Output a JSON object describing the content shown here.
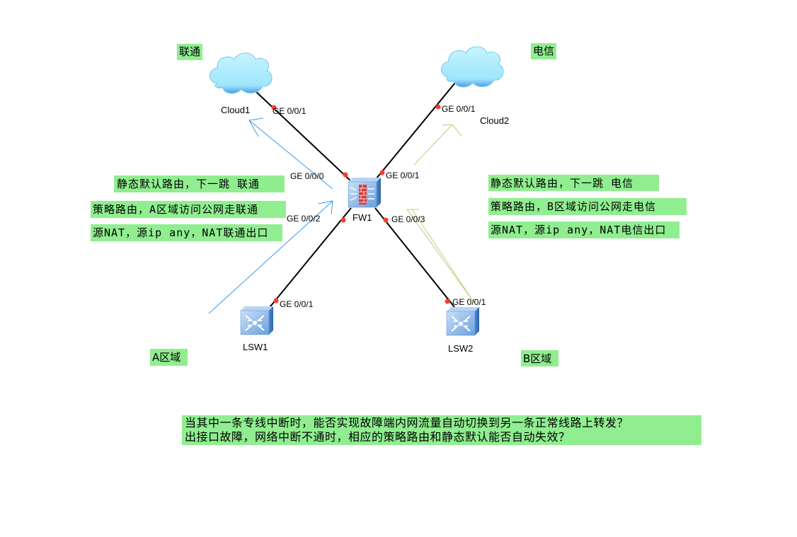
{
  "isp_labels": {
    "left": "联通",
    "right": "电信"
  },
  "zones": {
    "a": "A区域",
    "b": "B区域"
  },
  "devices": {
    "cloud1": "Cloud1",
    "cloud2": "Cloud2",
    "fw1": "FW1",
    "lsw1": "LSW1",
    "lsw2": "LSW2"
  },
  "ports": {
    "cloud1_port": "GE 0/0/1",
    "cloud2_port": "GE 0/0/1",
    "fw1_to_cloud1": "GE 0/0/0",
    "fw1_to_cloud2": "GE 0/0/1",
    "fw1_to_lsw1": "GE 0/0/2",
    "fw1_to_lsw2": "GE 0/0/3",
    "lsw1_port": "GE 0/0/1",
    "lsw2_port": "GE 0/0/1"
  },
  "notes_left": [
    "静态默认路由，下一跳 联通",
    "策略路由，A区域访问公网走联通",
    "源NAT，源ip any，NAT联通出口"
  ],
  "notes_right": [
    "静态默认路由，下一跳 电信",
    "策略路由，B区域访问公网走电信",
    "源NAT，源ip any，NAT电信出口"
  ],
  "question": {
    "line1": "当其中一条专线中断时，能否实现故障端内网流量自动切换到另一条正常线路上转发？",
    "line2": "出接口故障，网络中断不通时，相应的策略路由和静态默认能否自动失效？"
  },
  "colors": {
    "note_bg": "#90ee90",
    "link": "#000000",
    "port_dot": "#ff3b30",
    "arrow_a": "#3a9ae8",
    "arrow_b": "#c8c878",
    "cloud": "#a8ecff",
    "device": "#7fb3e8"
  }
}
